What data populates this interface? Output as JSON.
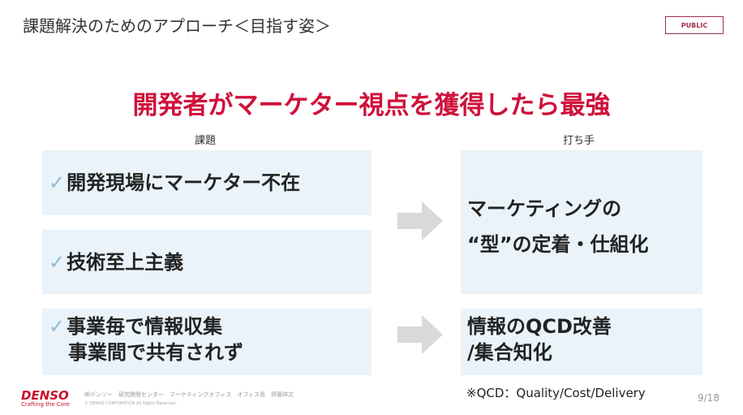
{
  "title": "課題解決のためのアプローチ＜目指す姿＞",
  "badge": "PUBLIC",
  "headline": "開発者がマーケター視点を獲得したら最強",
  "left_label": "課題",
  "right_label": "打ち手",
  "check": "✓",
  "issues": [
    "開発現場にマーケター不在",
    "技術至上主義",
    "事業毎で情報収集",
    "事業間で共有されず"
  ],
  "solutions": [
    "マーケティングの",
    "“型”の定着・仕組化",
    "情報のQCD改善",
    "/集合知化"
  ],
  "note": "※QCD：Quality/Cost/Delivery",
  "footer": {
    "logo": "DENSO",
    "tagline": "Crafting the Core",
    "org": "㈱デンソー　研究開発センター　マーケティングオフィス　オフィス長　伊藤祥文",
    "copyright": "© DENSO CORPORATION All Rights Reserved."
  },
  "page": "9/18"
}
